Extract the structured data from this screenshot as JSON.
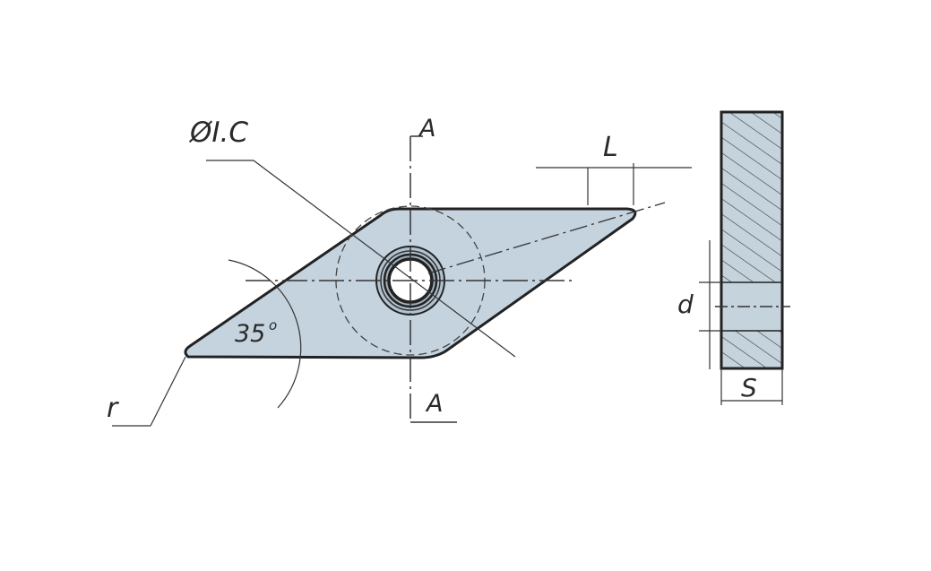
{
  "labels": {
    "diameter": "ØI.C",
    "section_top": "A",
    "section_bottom": "A",
    "length": "L",
    "angle": "35",
    "angle_unit": "o",
    "radius": "r",
    "hole_diameter": "d",
    "thickness": "S"
  },
  "colors": {
    "insert_fill": "#c4d3de",
    "section_fill": "#c5d3dd",
    "outline": "#222222",
    "background": "#ffffff"
  }
}
